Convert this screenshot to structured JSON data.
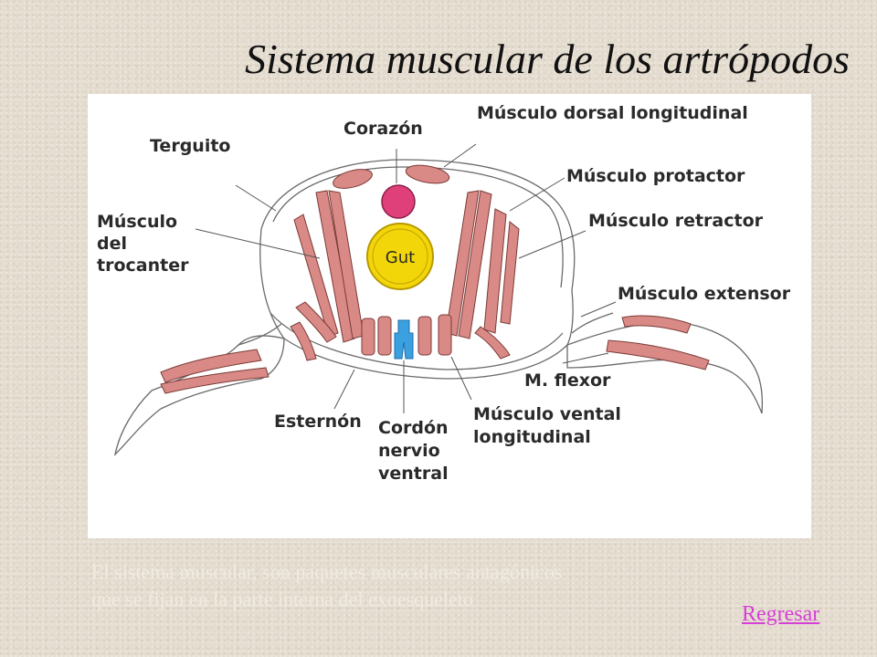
{
  "title": "Sistema muscular de los artrópodos",
  "diagram": {
    "labels": {
      "corazon": "Corazón",
      "dorsal": "Músculo dorsal longitudinal",
      "terguito": "Terguito",
      "protactor": "Músculo protactor",
      "trocanter_1": "Músculo",
      "trocanter_2": "del",
      "trocanter_3": "trocanter",
      "retractor": "Músculo retractor",
      "gut": "Gut",
      "extensor": "Músculo extensor",
      "flexor": "M. flexor",
      "esternon": "Esternón",
      "cordon_1": "Cordón",
      "cordon_2": "nervio",
      "cordon_3": "ventral",
      "ventral_1": "Músculo vental",
      "ventral_2": "longitudinal"
    },
    "colors": {
      "muscle": "#d98a86",
      "muscle_stroke": "#7a3a36",
      "heart": "#e0407a",
      "gut": "#f2d60a",
      "nerve": "#3aa0e0"
    }
  },
  "caption": {
    "line1": "El sistema muscular, son paquetes musculares antagónicos",
    "line2": "que se fijan en la parte interna del exoesqueleto"
  },
  "nav": {
    "back_label": "Regresar"
  }
}
